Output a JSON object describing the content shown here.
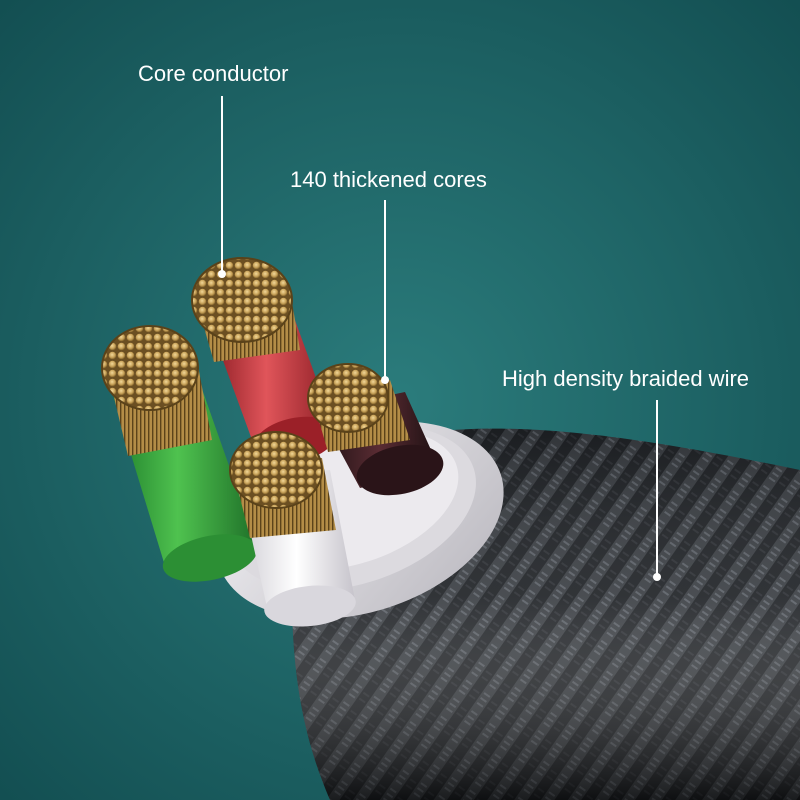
{
  "scene": {
    "background": "#1f6b6c",
    "subject": "braided-usb-cable-cross-section"
  },
  "colors": {
    "label_text": "#ffffff",
    "leader_line": "#ffffff",
    "copper": "#c9a35a",
    "green_insulation": "#3aa640",
    "red_insulation": "#c8333a",
    "white_insulation": "#f0eff2",
    "braid": "#2a2d31"
  },
  "labels": {
    "core_conductor": "Core conductor",
    "thickened_cores": "140 thickened cores",
    "braided_wire": "High density braided wire"
  }
}
